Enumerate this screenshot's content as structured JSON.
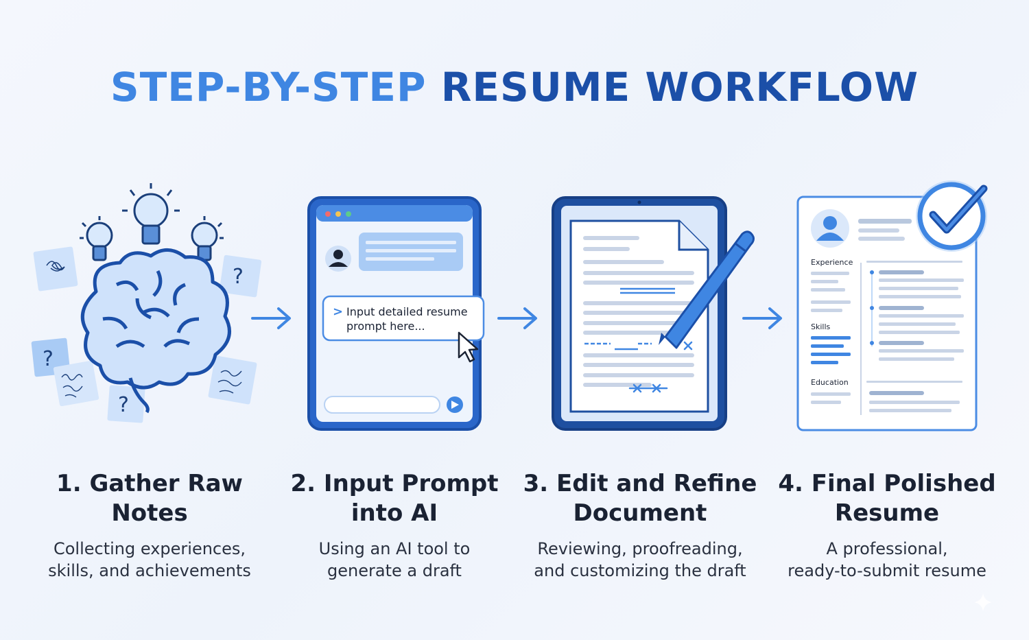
{
  "title": {
    "part1": "STEP-BY-STEP",
    "part2": "RESUME WORKFLOW"
  },
  "steps": [
    {
      "title_line1": "1. Gather Raw",
      "title_line2": "Notes",
      "desc_line1": "Collecting experiences,",
      "desc_line2": "skills, and achievements"
    },
    {
      "title_line1": "2. Input Prompt",
      "title_line2": "into AI",
      "desc_line1": "Using an AI tool to",
      "desc_line2": "generate a draft"
    },
    {
      "title_line1": "3. Edit and Refine",
      "title_line2": "Document",
      "desc_line1": "Reviewing, proofreading,",
      "desc_line2": "and customizing the draft"
    },
    {
      "title_line1": "4. Final Polished",
      "title_line2": "Resume",
      "desc_line1": "A professional,",
      "desc_line2": "ready-to-submit resume"
    }
  ],
  "chat": {
    "prompt_line1": "Input detailed resume",
    "prompt_line2": "prompt here...",
    "chevron": ">"
  },
  "notes": {
    "question_mark": "?"
  },
  "resume": {
    "experience_label": "Experience",
    "skills_label": "Skills",
    "education_label": "Education"
  },
  "colors": {
    "accent": "#3f86e2",
    "dark_blue": "#1b4fa8",
    "text": "#1a2233"
  }
}
